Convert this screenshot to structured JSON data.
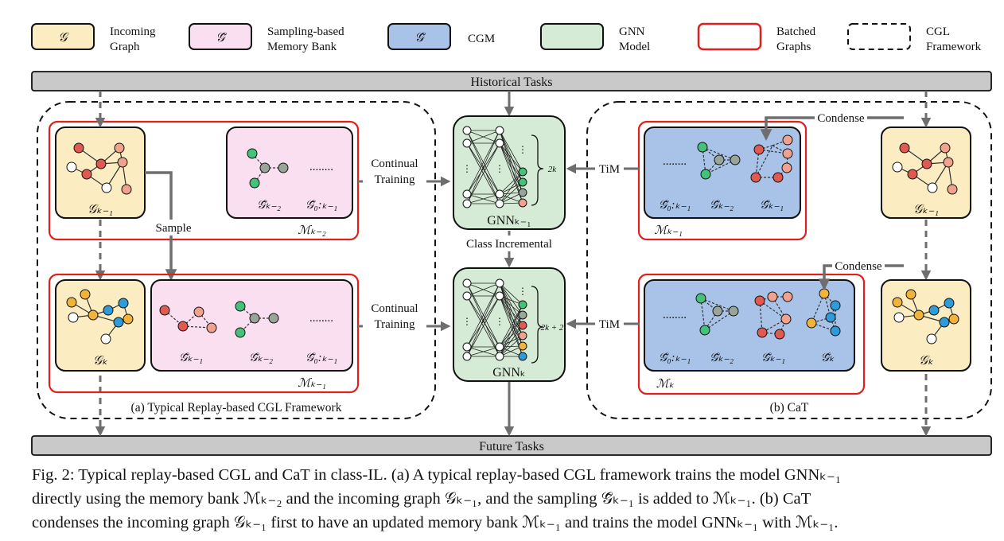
{
  "legend": {
    "incoming_graph": {
      "symbol": "𝒢",
      "label_1": "Incoming",
      "label_2": "Graph"
    },
    "memory_bank": {
      "symbol": "𝒢̃",
      "label_1": "Sampling-based",
      "label_2": "Memory Bank"
    },
    "cgm": {
      "symbol": "𝒢̃",
      "label_1": "CGM"
    },
    "gnn_model": {
      "label_1": "GNN",
      "label_2": "Model"
    },
    "batched_graphs": {
      "label_1": "Batched",
      "label_2": "Graphs"
    },
    "cgl_framework": {
      "label_1": "CGL",
      "label_2": "Framework"
    }
  },
  "bars": {
    "historical": "Historical Tasks",
    "future": "Future Tasks"
  },
  "panel_a": {
    "caption": "(a) Typical Replay-based CGL Framework",
    "top_graph_label": "𝒢ₖ₋₁",
    "top_memory": {
      "labels": [
        "𝒢̃ₖ₋₂",
        "𝒢̃₀:ₖ₋₁"
      ],
      "dots": "........",
      "bank": "ℳₖ₋₂"
    },
    "bottom_graph_label": "𝒢ₖ",
    "bottom_memory": {
      "labels": [
        "𝒢̃ₖ₋₁",
        "𝒢̃ₖ₋₂",
        "𝒢̃₀:ₖ₋₁"
      ],
      "dots": "........",
      "bank": "ℳₖ₋₁"
    },
    "sample_label": "Sample",
    "continual_1": "Continual",
    "continual_2": "Training"
  },
  "middle": {
    "gnn_top": "GNNₖ₋₁",
    "gnn_top_out": "2k",
    "gnn_bottom": "GNNₖ",
    "gnn_bottom_out": "2k + 2",
    "class_incremental": "Class Incremental"
  },
  "panel_b": {
    "caption": "(b) CaT",
    "tim": "TiM",
    "condense": "Condense",
    "top_cgm": {
      "labels": [
        "𝒢̃₀:ₖ₋₁",
        "𝒢̃ₖ₋₂",
        "𝒢̃ₖ₋₁"
      ],
      "dots": "........",
      "bank": "ℳₖ₋₁"
    },
    "bottom_cgm": {
      "labels": [
        "𝒢̃₀:ₖ₋₁",
        "𝒢̃ₖ₋₂",
        "𝒢̃ₖ₋₁",
        "𝒢̃ₖ"
      ],
      "dots": "........",
      "bank": "ℳₖ"
    },
    "top_graph_label": "𝒢ₖ₋₁",
    "bottom_graph_label": "𝒢ₖ"
  },
  "caption": {
    "line_1": "Fig. 2: Typical replay-based CGL and CaT in class-IL. (a) A typical replay-based CGL framework trains the model GNNₖ₋₁",
    "line_2": "directly using the memory bank ℳₖ₋₂ and the incoming graph 𝒢ₖ₋₁, and the sampling 𝒢̃ₖ₋₁ is added to ℳₖ₋₁. (b) CaT",
    "line_3": "condenses the incoming graph 𝒢ₖ₋₁ first to have an updated memory bank ℳₖ₋₁ and trains the model GNNₖ₋₁ with ℳₖ₋₁."
  },
  "colors": {
    "graph_fill": "#fcecc2",
    "memory_fill": "#f9dff0",
    "cgm_fill": "#a9c3e8",
    "gnn_fill": "#d6ebd6",
    "batch_border": "#e0201c",
    "bar_fill": "#c9c9c9",
    "arrow": "#6e6e6e",
    "node_red": "#e05a52",
    "node_salmon": "#f0a28e",
    "node_green": "#44c27a",
    "node_gray": "#9aa59a",
    "node_yellow": "#f2b33a",
    "node_blue": "#2f9bd8"
  }
}
